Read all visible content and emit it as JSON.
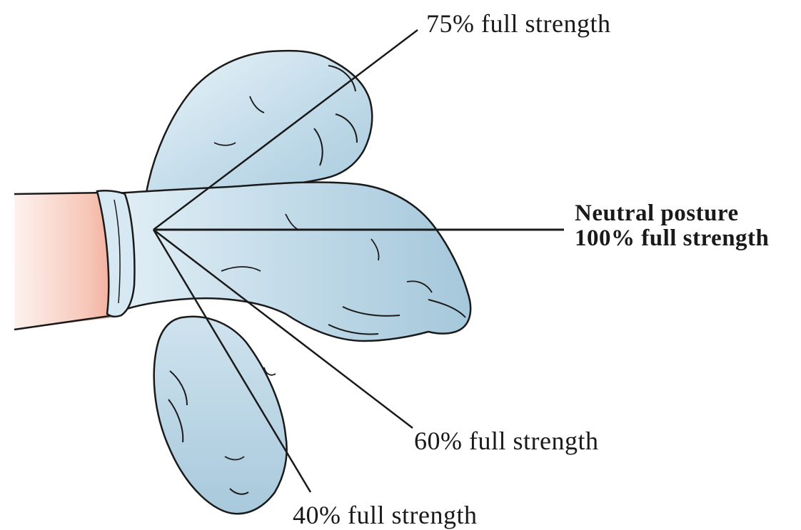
{
  "labels": {
    "posture_75": "75%  full strength",
    "posture_neutral_line1": "Neutral posture",
    "posture_neutral_line2": "100% full strength",
    "posture_60": "60%  full strength",
    "posture_40": "40%  full strength"
  },
  "colors": {
    "glove_fill": "#bcd8e6",
    "glove_highlight": "#e6f1f7",
    "glove_outline": "#1a1a1a",
    "skin_light": "#fbeeea",
    "skin_dark": "#f5b8a8",
    "leader_line": "#1a1a1a"
  },
  "icons": {
    "hand": "gloved-hand-illustration"
  }
}
